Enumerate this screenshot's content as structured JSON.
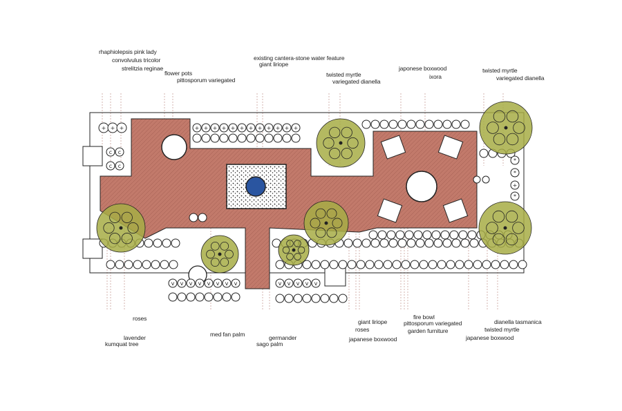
{
  "labels_top": [
    "rhaphiolepsis pink lady",
    "convolvulus tricolor",
    "strelitzia reginae",
    "flower pots",
    "pittosporum variegated",
    "existing cantera-stone water feature",
    "giant liriope",
    "twisted myrtle",
    "variegated dianella",
    "japonese boxwood",
    "ixora",
    "twisted myrtle",
    "variegated dianella"
  ],
  "labels_bottom": [
    "roses",
    "lavender",
    "kumquat tree",
    "med fan palm",
    "germander",
    "sago palm",
    "giant liriope",
    "roses",
    "japanese boxwood",
    "fire bowl",
    "pittosporum variegated",
    "garden furniture",
    "dianella tasmanica",
    "twisted myrtle",
    "japanese boxwood"
  ],
  "colors": {
    "paving": "#c27a6b",
    "tree": "#a7ad45",
    "water": "#2a55a0",
    "ink": "#222222",
    "leader": "#c9a09a"
  }
}
